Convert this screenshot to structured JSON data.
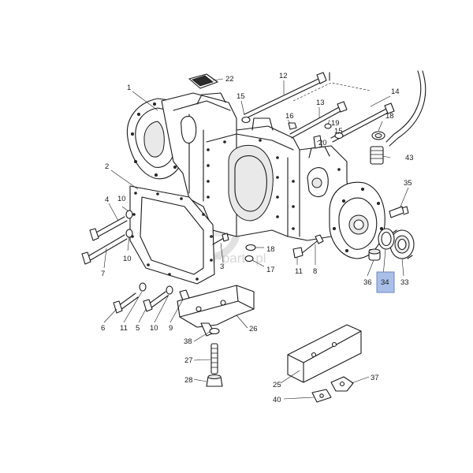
{
  "watermark": {
    "text": "tractor-parts.pl"
  },
  "highlight": {
    "part": "34",
    "color": "#a9bfe8"
  },
  "parts": [
    {
      "id": "p1",
      "label": "1"
    },
    {
      "id": "p2",
      "label": "2"
    },
    {
      "id": "p3",
      "label": "3"
    },
    {
      "id": "p4",
      "label": "4"
    },
    {
      "id": "p5",
      "label": "5"
    },
    {
      "id": "p6",
      "label": "6"
    },
    {
      "id": "p7",
      "label": "7"
    },
    {
      "id": "p8",
      "label": "8"
    },
    {
      "id": "p9",
      "label": "9"
    },
    {
      "id": "p10a",
      "label": "10"
    },
    {
      "id": "p10b",
      "label": "10"
    },
    {
      "id": "p10c",
      "label": "10"
    },
    {
      "id": "p11a",
      "label": "11"
    },
    {
      "id": "p11b",
      "label": "11"
    },
    {
      "id": "p12",
      "label": "12"
    },
    {
      "id": "p13",
      "label": "13"
    },
    {
      "id": "p14",
      "label": "14"
    },
    {
      "id": "p15a",
      "label": "15"
    },
    {
      "id": "p15b",
      "label": "15"
    },
    {
      "id": "p16",
      "label": "16"
    },
    {
      "id": "p17",
      "label": "17"
    },
    {
      "id": "p18a",
      "label": "18"
    },
    {
      "id": "p18b",
      "label": "18"
    },
    {
      "id": "p19",
      "label": "19"
    },
    {
      "id": "p20",
      "label": "20"
    },
    {
      "id": "p22",
      "label": "22"
    },
    {
      "id": "p25",
      "label": "25"
    },
    {
      "id": "p26",
      "label": "26"
    },
    {
      "id": "p27",
      "label": "27"
    },
    {
      "id": "p28",
      "label": "28"
    },
    {
      "id": "p33",
      "label": "33"
    },
    {
      "id": "p34",
      "label": "34"
    },
    {
      "id": "p35",
      "label": "35"
    },
    {
      "id": "p36",
      "label": "36"
    },
    {
      "id": "p37",
      "label": "37"
    },
    {
      "id": "p38",
      "label": "38"
    },
    {
      "id": "p40",
      "label": "40"
    },
    {
      "id": "p43",
      "label": "43"
    }
  ]
}
